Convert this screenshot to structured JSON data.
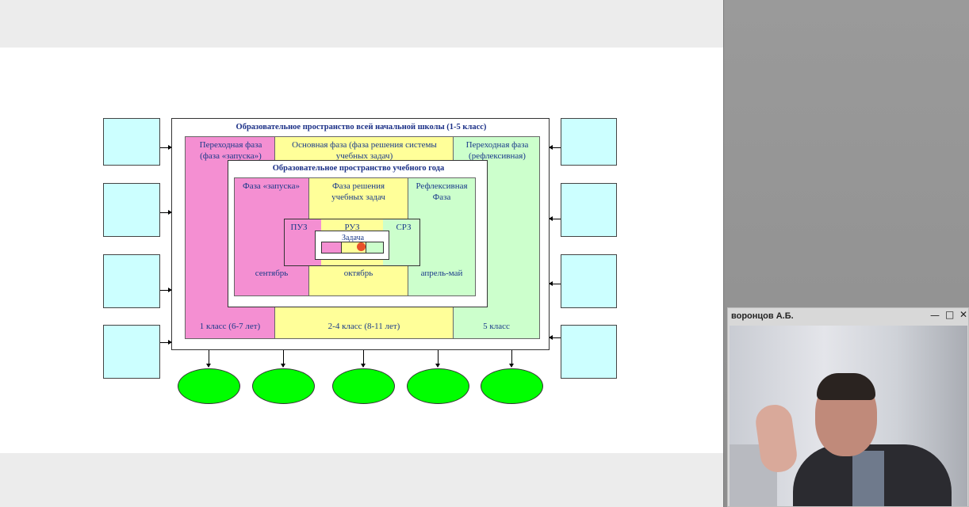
{
  "slide": {
    "outer_title": "Образовательное пространство всей начальной школы (1-5 класс)",
    "phase1_label": "Переходная фаза (фаза «запуска»)",
    "phase2_label": "Основная фаза (фаза решения системы учебных задач)",
    "phase3_label": "Переходная фаза (рефлексивная)",
    "inner_title": "Образовательное пространство учебного года",
    "launch_phase": "Фаза «запуска»",
    "solving_phase": "Фаза решения учебных задач",
    "reflexive_phase": "Рефлексивная Фаза",
    "puz": "ПУЗ",
    "ruz": "РУЗ",
    "srz": "СРЗ",
    "task": "Задача",
    "month1": "сентябрь",
    "month2": "октябрь",
    "month3": "апрель-май",
    "grade1": "1 класс (6-7 лет)",
    "grade2": "2-4 класс (8-11 лет)",
    "grade3": "5 класс"
  },
  "video": {
    "title": "воронцов А.Б.",
    "min_icon": "minimize-icon",
    "max_icon": "maximize-icon",
    "close_icon": "close-icon"
  },
  "colors": {
    "pink": "#f48fd2",
    "yellow": "#ffff99",
    "light_green": "#ccffcc",
    "cyan": "#ccffff",
    "green_oval": "#00ff00",
    "text_blue": "#1a3a8a"
  }
}
